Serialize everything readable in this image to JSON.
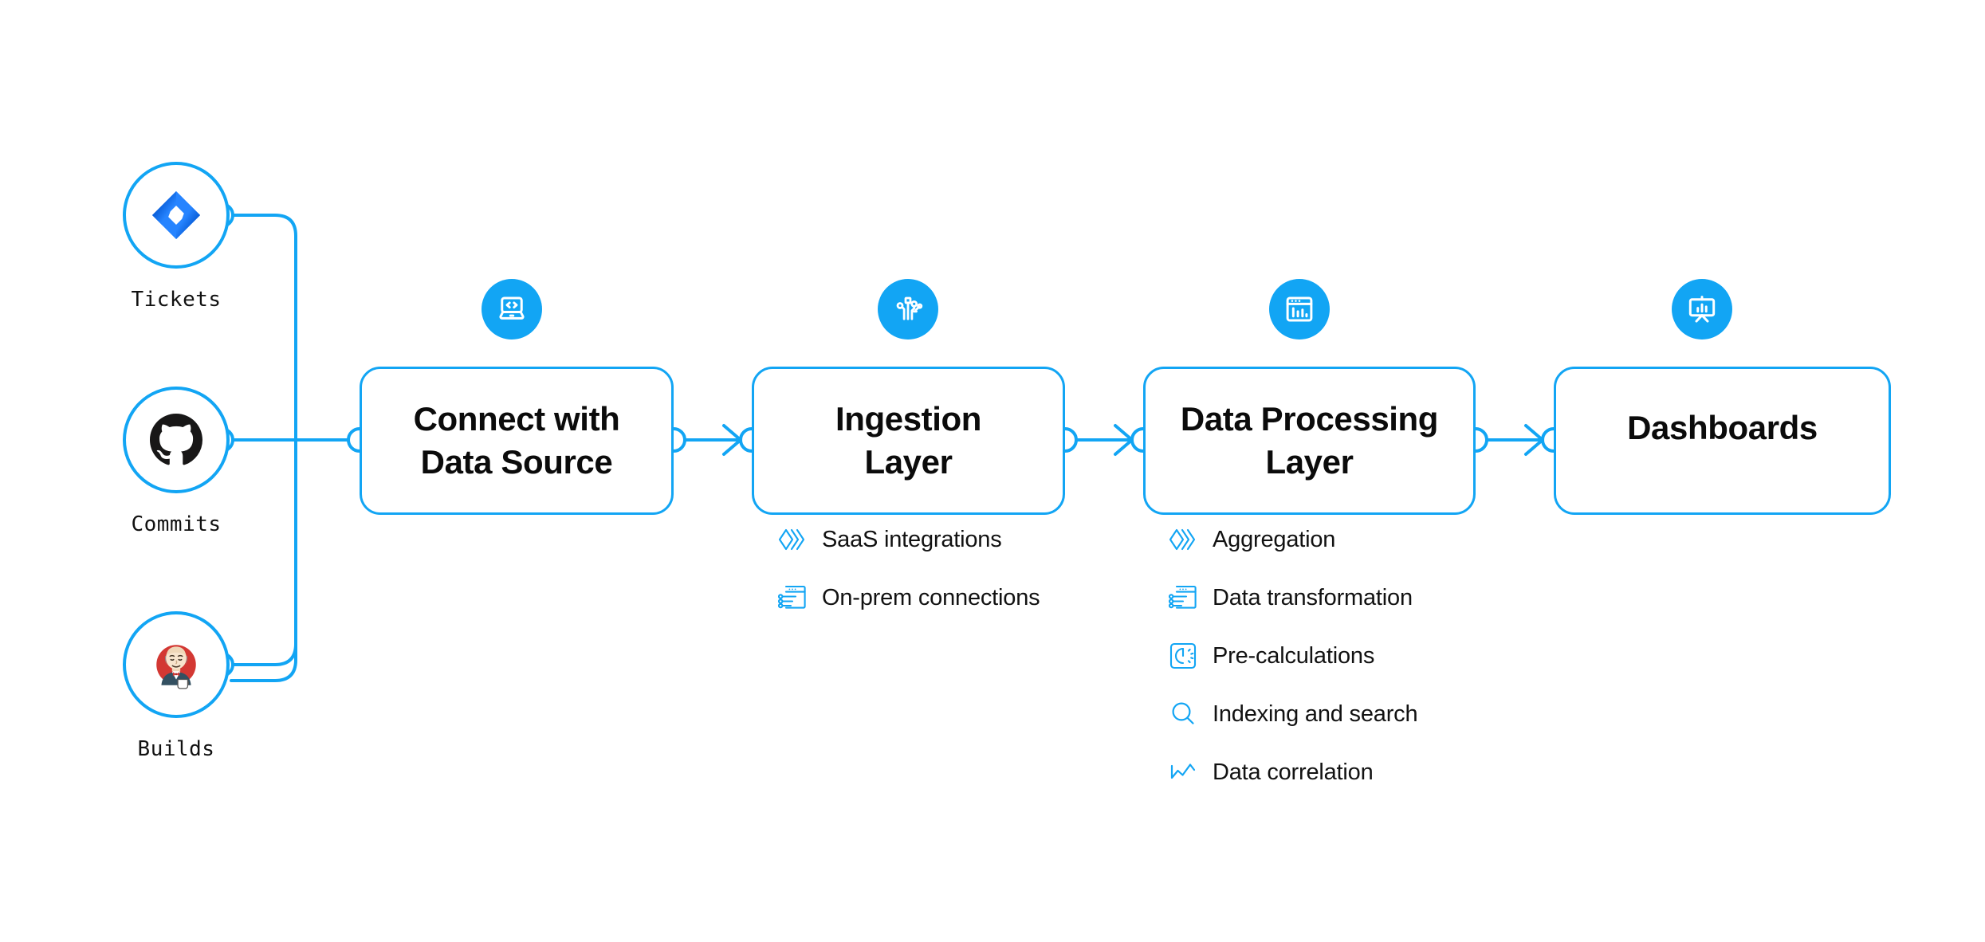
{
  "colors": {
    "accent": "#12A5F4",
    "text": "#0b0b0b",
    "jira_blue": "#2684FF",
    "jira_blue_dark": "#0052CC",
    "github_black": "#181717",
    "jenkins_red": "#D33833",
    "background": "#FFFFFF"
  },
  "sources": [
    {
      "id": "tickets",
      "label": "Tickets",
      "icon": "jira-icon"
    },
    {
      "id": "commits",
      "label": "Commits",
      "icon": "github-icon"
    },
    {
      "id": "builds",
      "label": "Builds",
      "icon": "jenkins-icon"
    }
  ],
  "stages": [
    {
      "id": "connect",
      "title": "Connect with\nData Source",
      "icon": "laptop-code-icon",
      "features": []
    },
    {
      "id": "ingestion",
      "title": "Ingestion\nLayer",
      "icon": "circuit-nodes-icon",
      "features": [
        {
          "label": "SaaS integrations",
          "icon": "chevrons-stack-icon"
        },
        {
          "label": "On-prem connections",
          "icon": "server-window-icon"
        }
      ]
    },
    {
      "id": "processing",
      "title": "Data Processing\nLayer",
      "icon": "window-bar-chart-icon",
      "features": [
        {
          "label": "Aggregation",
          "icon": "chevrons-stack-icon"
        },
        {
          "label": "Data transformation",
          "icon": "server-window-icon"
        },
        {
          "label": "Pre-calculations",
          "icon": "gauge-square-icon"
        },
        {
          "label": "Indexing and search",
          "icon": "magnifier-icon"
        },
        {
          "label": "Data correlation",
          "icon": "line-chart-icon"
        }
      ]
    },
    {
      "id": "dashboards",
      "title": "Dashboards",
      "icon": "presentation-chart-icon",
      "features": []
    }
  ],
  "connectors": {
    "arrow_icon": "arrow-right-icon",
    "port_icon": "connection-port-icon"
  }
}
